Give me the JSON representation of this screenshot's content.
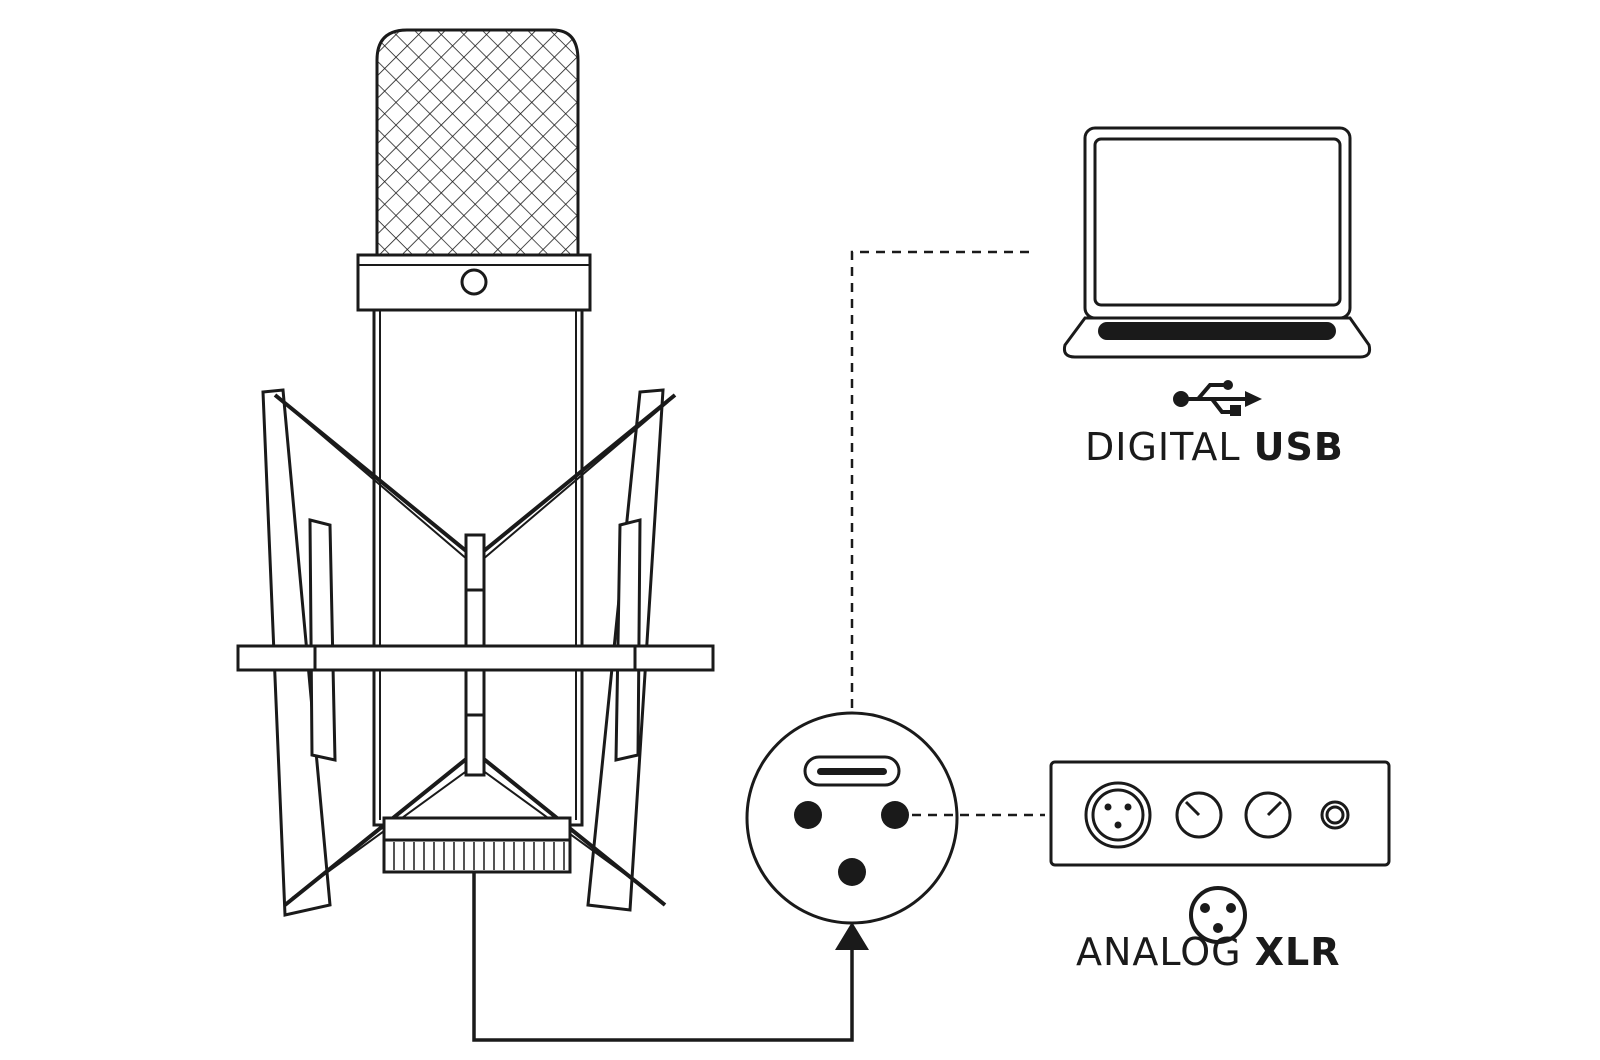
{
  "labels": {
    "digital_prefix": "DIGITAL",
    "digital_bold": "USB",
    "analog_prefix": "ANALOG",
    "analog_bold": "XLR"
  },
  "icons": {
    "usb": "usb-icon",
    "xlr": "xlr-connector-icon",
    "laptop": "laptop-icon",
    "microphone": "microphone-icon",
    "interface": "audio-interface-icon"
  },
  "colors": {
    "line": "#1a1a1a",
    "background": "#ffffff"
  }
}
